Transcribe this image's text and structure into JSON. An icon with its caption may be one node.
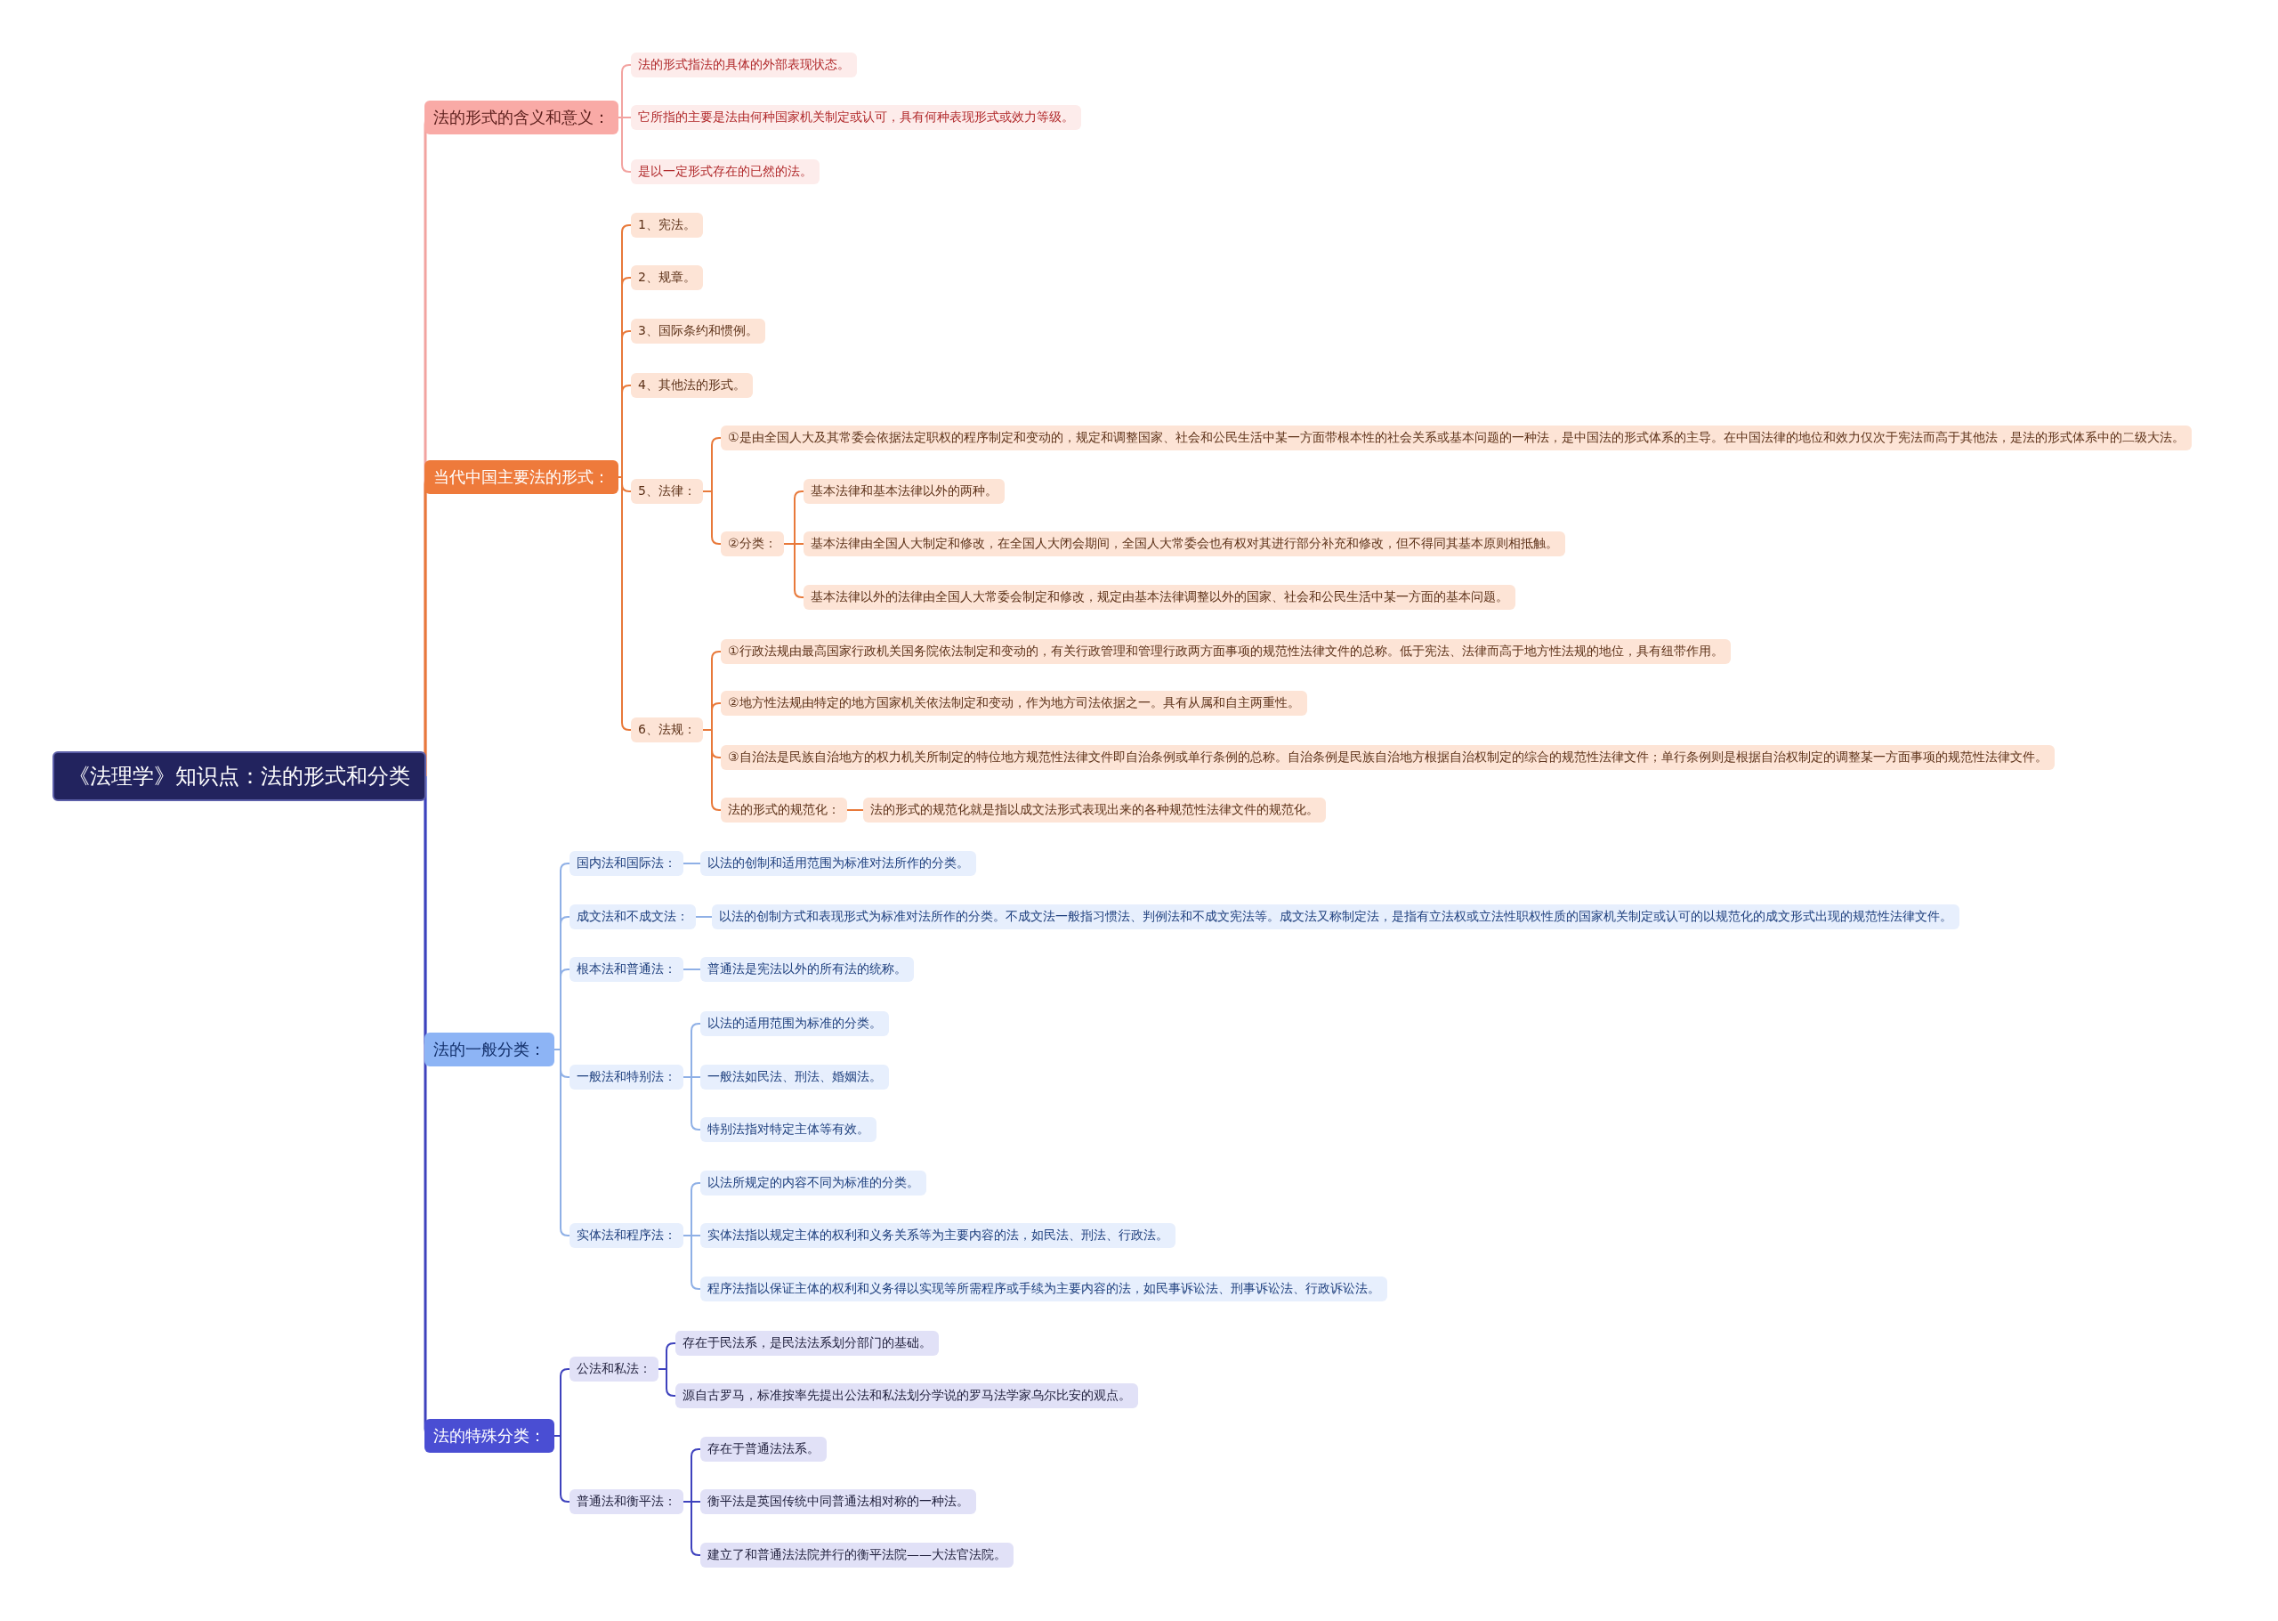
{
  "diagram": {
    "nodes": [
      {
        "text": [
          "《法理学》知识点：法的形式和分类"
        ]
      },
      {
        "text": [
          "法的形式的含义和意义："
        ]
      },
      {
        "text": [
          "法的形式指法的具体的外部表现状态。"
        ]
      },
      {
        "text": [
          "它所指的主要是法由何种国家机关制定或认可，具有何种表现形式或效力等级。"
        ]
      },
      {
        "text": [
          "是以一定形式存在的已然的法。"
        ]
      },
      {
        "text": [
          "当代中国主要法的形式："
        ]
      },
      {
        "text": [
          "1、宪法。"
        ]
      },
      {
        "text": [
          "2、规章。"
        ]
      },
      {
        "text": [
          "3、国际条约和惯例。"
        ]
      },
      {
        "text": [
          "4、其他法的形式。"
        ]
      },
      {
        "text": [
          "5、法律："
        ]
      },
      {
        "text": [
          "①是由全国人大及其常委会依据法定职权的程序制定和变动的，规定和调整国家、社会和公民生活中某一方面带根本性的社会关系或基本问题的一种法，是中国法的形式体系的主导。在中国法律的地位和效力仅次于宪法而高于其他法，是法的形式体系中的二级大法。"
        ]
      },
      {
        "text": [
          "②分类："
        ]
      },
      {
        "text": [
          "基本法律和基本法律以外的两种。"
        ]
      },
      {
        "text": [
          "基本法律由全国人大制定和修改，在全国人大闭会期间，全国人大常委会也有权对其进行部分补充和修改，但不得同其基本原则相抵触。"
        ]
      },
      {
        "text": [
          "基本法律以外的法律由全国人大常委会制定和修改，规定由基本法律调整以外的国家、社会和公民生活中某一方面的基本问题。"
        ]
      },
      {
        "text": [
          "6、法规："
        ]
      },
      {
        "text": [
          "①行政法规由最高国家行政机关国务院依法制定和变动的，有关行政管理和管理行政两方面事项的规范性法律文件的总称。低于宪法、法律而高于地方性法规的地位，具有纽带作用。"
        ]
      },
      {
        "text": [
          "②地方性法规由特定的地方国家机关依法制定和变动，作为地方司法依据之一。具有从属和自主两重性。"
        ]
      },
      {
        "text": [
          "③自治法是民族自治地方的权力机关所制定的特位地方规范性法律文件即自治条例或单行条例的总称。自治条例是民族自治地方根据自治权制定的综合的规范性法律文件；单行条例则是根据自治权制定的调整某一方面事项的规范性法律文件。"
        ]
      },
      {
        "text": [
          "法的形式的规范化："
        ]
      },
      {
        "text": [
          "法的形式的规范化就是指以成文法形式表现出来的各种规范性法律文件的规范化。"
        ]
      },
      {
        "text": [
          "法的一般分类："
        ]
      },
      {
        "text": [
          "国内法和国际法："
        ]
      },
      {
        "text": [
          "以法的创制和适用范围为标准对法所作的分类。"
        ]
      },
      {
        "text": [
          "成文法和不成文法："
        ]
      },
      {
        "text": [
          "以法的创制方式和表现形式为标准对法所作的分类。不成文法一般指习惯法、判例法和不成文宪法等。成文法又称制定法，是指有立法权或立法性职权性质的国家机关制定或认可的以规范化的成文形式出现的规范性法律文件。"
        ]
      },
      {
        "text": [
          "根本法和普通法："
        ]
      },
      {
        "text": [
          "普通法是宪法以外的所有法的统称。"
        ]
      },
      {
        "text": [
          "一般法和特别法："
        ]
      },
      {
        "text": [
          "以法的适用范围为标准的分类。"
        ]
      },
      {
        "text": [
          "一般法如民法、刑法、婚姻法。"
        ]
      },
      {
        "text": [
          "特别法指对特定主体等有效。"
        ]
      },
      {
        "text": [
          "实体法和程序法："
        ]
      },
      {
        "text": [
          "以法所规定的内容不同为标准的分类。"
        ]
      },
      {
        "text": [
          "实体法指以规定主体的权利和义务关系等为主要内容的法，如民法、刑法、行政法。"
        ]
      },
      {
        "text": [
          "程序法指以保证主体的权利和义务得以实现等所需程序或手续为主要内容的法，如民事诉讼法、刑事诉讼法、行政诉讼法。"
        ]
      },
      {
        "text": [
          "法的特殊分类："
        ]
      },
      {
        "text": [
          "公法和私法："
        ]
      },
      {
        "text": [
          "存在于民法系，是民法法系划分部门的基础。"
        ]
      },
      {
        "text": [
          "源自古罗马，标准按率先提出公法和私法划分学说的罗马法学家乌尔比安的观点。"
        ]
      },
      {
        "text": [
          "普通法和衡平法："
        ]
      },
      {
        "text": [
          "存在于普通法法系。"
        ]
      },
      {
        "text": [
          "衡平法是英国传统中同普通法相对称的一种法。"
        ]
      },
      {
        "text": [
          "建立了和普通法法院并行的衡平法院——大法官法院。"
        ]
      }
    ],
    "edges": [
      {
        "from": 0,
        "to": 1,
        "arrow": "none",
        "color": "#f2a3a0"
      },
      {
        "from": 1,
        "to": 2,
        "arrow": "none",
        "color": "#f2a3a0"
      },
      {
        "from": 1,
        "to": 3,
        "arrow": "none",
        "color": "#f2a3a0"
      },
      {
        "from": 1,
        "to": 4,
        "arrow": "none",
        "color": "#f2a3a0"
      },
      {
        "from": 0,
        "to": 5,
        "arrow": "none",
        "color": "#e8793a"
      },
      {
        "from": 5,
        "to": 6,
        "arrow": "none",
        "color": "#e8793a"
      },
      {
        "from": 5,
        "to": 7,
        "arrow": "none",
        "color": "#e8793a"
      },
      {
        "from": 5,
        "to": 8,
        "arrow": "none",
        "color": "#e8793a"
      },
      {
        "from": 5,
        "to": 9,
        "arrow": "none",
        "color": "#e8793a"
      },
      {
        "from": 5,
        "to": 10,
        "arrow": "none",
        "color": "#e8793a"
      },
      {
        "from": 10,
        "to": 11,
        "arrow": "none",
        "color": "#e8793a"
      },
      {
        "from": 10,
        "to": 12,
        "arrow": "none",
        "color": "#e8793a"
      },
      {
        "from": 12,
        "to": 13,
        "arrow": "none",
        "color": "#e8793a"
      },
      {
        "from": 12,
        "to": 14,
        "arrow": "none",
        "color": "#e8793a"
      },
      {
        "from": 12,
        "to": 15,
        "arrow": "none",
        "color": "#e8793a"
      },
      {
        "from": 5,
        "to": 16,
        "arrow": "none",
        "color": "#e8793a"
      },
      {
        "from": 16,
        "to": 17,
        "arrow": "none",
        "color": "#e8793a"
      },
      {
        "from": 16,
        "to": 18,
        "arrow": "none",
        "color": "#e8793a"
      },
      {
        "from": 16,
        "to": 19,
        "arrow": "none",
        "color": "#e8793a"
      },
      {
        "from": 16,
        "to": 20,
        "arrow": "none",
        "color": "#e8793a"
      },
      {
        "from": 20,
        "to": 21,
        "arrow": "none",
        "color": "#e8793a"
      },
      {
        "from": 0,
        "to": 22,
        "arrow": "none",
        "color": "#8fb0e6"
      },
      {
        "from": 22,
        "to": 23,
        "arrow": "none",
        "color": "#8fb0e6"
      },
      {
        "from": 23,
        "to": 24,
        "arrow": "none",
        "color": "#8fb0e6"
      },
      {
        "from": 22,
        "to": 25,
        "arrow": "none",
        "color": "#8fb0e6"
      },
      {
        "from": 25,
        "to": 26,
        "arrow": "none",
        "color": "#8fb0e6"
      },
      {
        "from": 22,
        "to": 27,
        "arrow": "none",
        "color": "#8fb0e6"
      },
      {
        "from": 27,
        "to": 28,
        "arrow": "none",
        "color": "#8fb0e6"
      },
      {
        "from": 22,
        "to": 29,
        "arrow": "none",
        "color": "#8fb0e6"
      },
      {
        "from": 29,
        "to": 30,
        "arrow": "none",
        "color": "#8fb0e6"
      },
      {
        "from": 29,
        "to": 31,
        "arrow": "none",
        "color": "#8fb0e6"
      },
      {
        "from": 29,
        "to": 32,
        "arrow": "none",
        "color": "#8fb0e6"
      },
      {
        "from": 22,
        "to": 33,
        "arrow": "none",
        "color": "#8fb0e6"
      },
      {
        "from": 33,
        "to": 34,
        "arrow": "none",
        "color": "#8fb0e6"
      },
      {
        "from": 33,
        "to": 35,
        "arrow": "none",
        "color": "#8fb0e6"
      },
      {
        "from": 33,
        "to": 36,
        "arrow": "none",
        "color": "#8fb0e6"
      },
      {
        "from": 0,
        "to": 37,
        "arrow": "none",
        "color": "#3e42bd"
      },
      {
        "from": 37,
        "to": 38,
        "arrow": "none",
        "color": "#3e42bd"
      },
      {
        "from": 38,
        "to": 39,
        "arrow": "none",
        "color": "#3e42bd"
      },
      {
        "from": 38,
        "to": 40,
        "arrow": "none",
        "color": "#3e42bd"
      },
      {
        "from": 37,
        "to": 41,
        "arrow": "none",
        "color": "#3e42bd"
      },
      {
        "from": 41,
        "to": 42,
        "arrow": "none",
        "color": "#3e42bd"
      },
      {
        "from": 41,
        "to": 43,
        "arrow": "none",
        "color": "#3e42bd"
      },
      {
        "from": 41,
        "to": 44,
        "arrow": "none",
        "color": "#3e42bd"
      }
    ]
  }
}
